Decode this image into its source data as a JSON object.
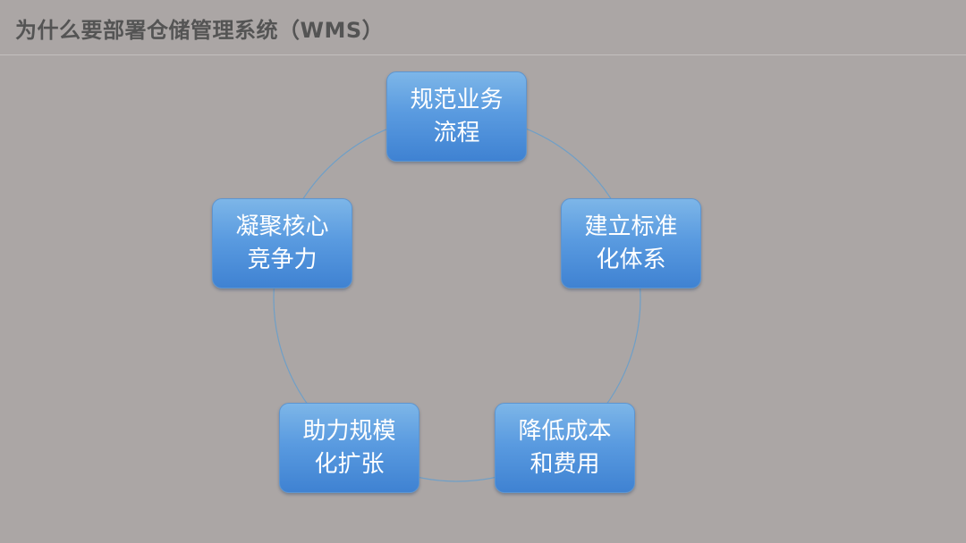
{
  "slide": {
    "title": "为什么要部署仓储管理系统（WMS）"
  },
  "diagram": {
    "type": "cycle",
    "ring_color": "#6f9fc7",
    "node_color": "#5a9be0",
    "nodes": [
      {
        "line1": "规范业务",
        "line2": "流程"
      },
      {
        "line1": "建立标准",
        "line2": "化体系"
      },
      {
        "line1": "降低成本",
        "line2": "和费用"
      },
      {
        "line1": "助力规模",
        "line2": "化扩张"
      },
      {
        "line1": "凝聚核心",
        "line2": "竞争力"
      }
    ]
  }
}
